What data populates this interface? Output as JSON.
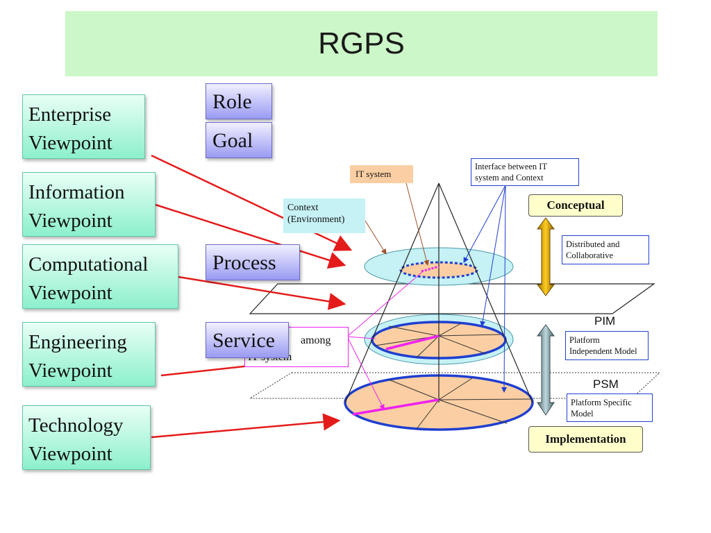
{
  "title": "RGPS",
  "viewpoints": [
    {
      "id": "enterprise",
      "label": "Enterprise\nViewpoint"
    },
    {
      "id": "information",
      "label": "Information\nViewpoint"
    },
    {
      "id": "computational",
      "label": "Computational\nViewpoint"
    },
    {
      "id": "engineering",
      "label": "Engineering\nViewpoint"
    },
    {
      "id": "technology",
      "label": "Technology\nViewpoint"
    }
  ],
  "rgps": {
    "role": "Role",
    "goal": "Goal",
    "process": "Process",
    "service": "Service"
  },
  "callouts": {
    "it_system": "IT system",
    "context": "Context\n(Environment)",
    "interface": "Interface between IT\nsystem and Context",
    "among_partial": "among",
    "it_system_partial": "IT system",
    "distributed": "Distributed and\nCollaborative",
    "platform_independent": "Platform\nIndependent Model",
    "platform_specific": "Platform Specific\nModel"
  },
  "levels": {
    "conceptual": "Conceptual",
    "pim": "PIM",
    "psm": "PSM",
    "implementation": "Implementation"
  },
  "colors": {
    "title_band": "#ccf7c8",
    "viewpoint_box": "#8cf0cc",
    "rgps_box": "#9a9af2",
    "arrow_red": "#e41b1b",
    "ellipse_fill": "#fbcfa3",
    "context_fill": "#c6f1f5",
    "ellipse_stroke": "#1f3fd0",
    "magenta": "#ee22ee"
  }
}
